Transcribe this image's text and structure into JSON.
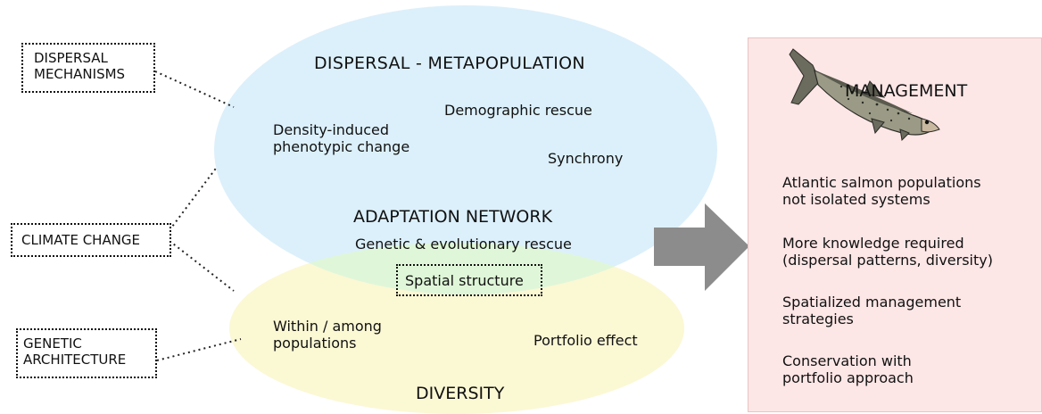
{
  "side_boxes": {
    "dispersal_mechanisms": "DISPERSAL\nMECHANISMS",
    "climate_change": "CLIMATE CHANGE",
    "genetic_architecture": "GENETIC\nARCHITECTURE"
  },
  "dispersal": {
    "title": "DISPERSAL - METAPOPULATION",
    "item_density": "Density-induced\nphenotypic change",
    "item_demographic": "Demographic rescue",
    "item_synchrony": "Synchrony"
  },
  "adaptation": {
    "title": "ADAPTATION NETWORK",
    "item_genetic": "Genetic & evolutionary rescue",
    "item_spatial": "Spatial structure"
  },
  "diversity": {
    "title": "DIVERSITY",
    "item_within": "Within / among\npopulations",
    "item_portfolio": "Portfolio effect"
  },
  "management": {
    "title": "MANAGEMENT",
    "points": [
      "Atlantic salmon populations\nnot isolated systems",
      "More knowledge required\n(dispersal patterns, diversity)",
      "Spatialized management\nstrategies",
      "Conservation with\nportfolio approach"
    ]
  },
  "colors": {
    "dispersal_ellipse": "#dcf0fb",
    "diversity_ellipse": "#fbf8d4",
    "overlap_region": "#dff7d8",
    "management_panel": "#fde6e6",
    "arrow": "#8c8c8c"
  },
  "icons": [
    "salmon-icon",
    "right-arrow-icon"
  ]
}
